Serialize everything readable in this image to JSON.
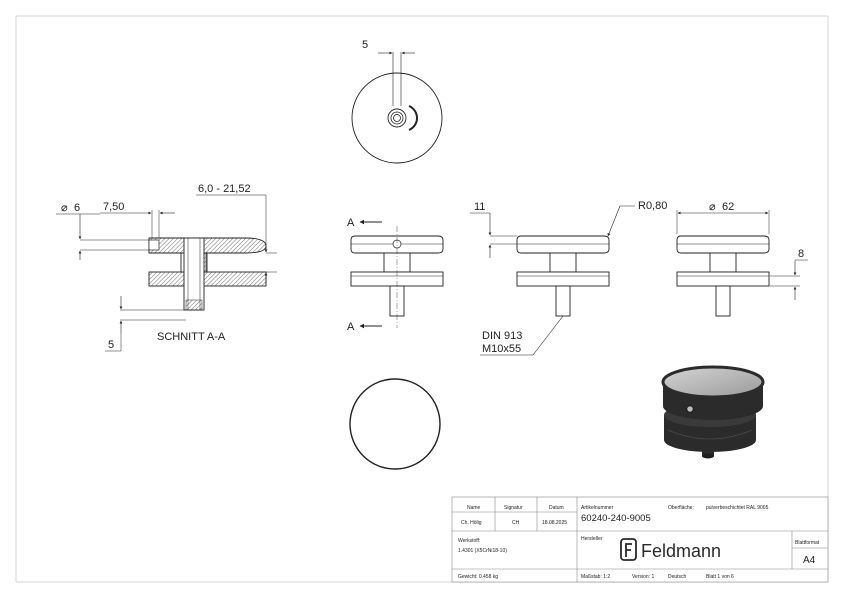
{
  "drawing": {
    "top_view": {
      "dim_width": "5"
    },
    "section": {
      "dim_diameter": "6",
      "dim_offset": "7,50",
      "dim_range": "6,0 - 21,52",
      "dim_bottom": "5",
      "caption": "SCHNITT A-A"
    },
    "front_view": {
      "section_marker_top": "A",
      "section_marker_bottom": "A"
    },
    "side_view": {
      "dim_height": "11",
      "dim_radius": "R0,80",
      "screw_spec_line1": "DIN 913",
      "screw_spec_line2": "M10x55"
    },
    "right_view": {
      "dim_diameter": "62",
      "dim_height": "8"
    },
    "iso_view": {
      "colors": {
        "body": "#2b2b2b",
        "top": "#b9b9b9"
      }
    }
  },
  "title_block": {
    "name_header": "Name",
    "signatur_header": "Signatur",
    "datum_header": "Datum",
    "name_value": "Ch. Hölig",
    "signatur_value": "CH",
    "datum_value": "18.08.2025",
    "artikelnummer_label": "Artikelnummer",
    "artikelnummer_value": "60240-240-9005",
    "oberflaeche_label": "Oberfläche:",
    "oberflaeche_value": "pulverbeschichtet RAL 9005",
    "werkstoff_label": "Werkstoff:",
    "werkstoff_value": "1.4301 (X5CrNi18-10)",
    "hersteller_label": "Hersteller",
    "brand": "Feldmann",
    "blattformat_label": "Blattformat",
    "blattformat_value": "A4",
    "gewicht": "Gewicht: 0.458 kg",
    "massstab": "Maßstab: 1:2",
    "version": "Version: 1",
    "sprache": "Deutsch",
    "blatt": "Blatt 1 von 6"
  }
}
